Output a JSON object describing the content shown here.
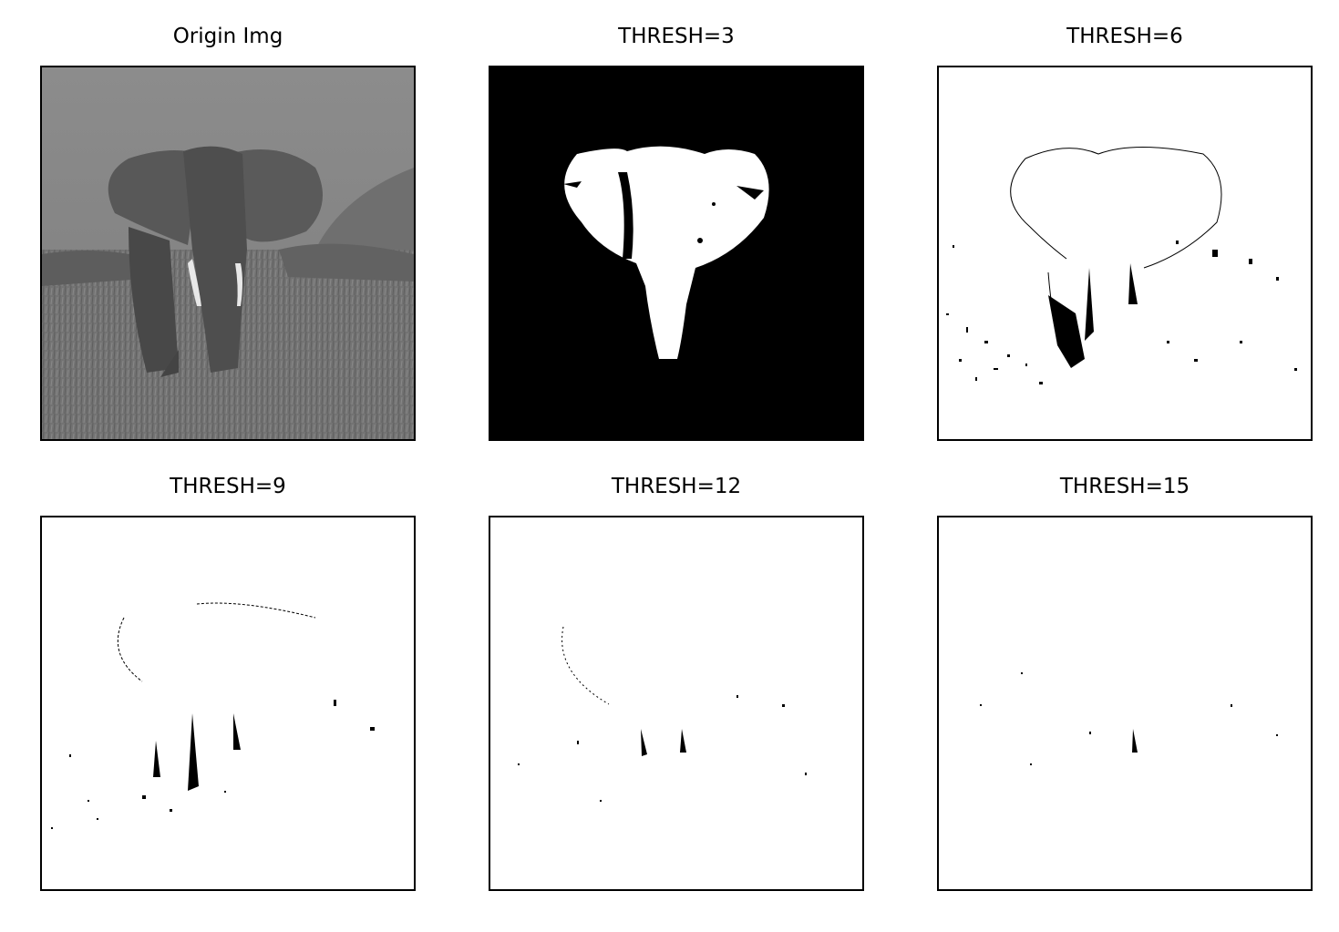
{
  "panels": [
    {
      "id": "origin",
      "title": "Origin Img"
    },
    {
      "id": "t3",
      "title": "THRESH=3"
    },
    {
      "id": "t6",
      "title": "THRESH=6"
    },
    {
      "id": "t9",
      "title": "THRESH=9"
    },
    {
      "id": "t12",
      "title": "THRESH=12"
    },
    {
      "id": "t15",
      "title": "THRESH=15"
    }
  ],
  "colors": {
    "sky": "#8a8a8a",
    "elephant": "#505050",
    "grass": "#6e6e6e",
    "black": "#000000",
    "white": "#ffffff"
  }
}
